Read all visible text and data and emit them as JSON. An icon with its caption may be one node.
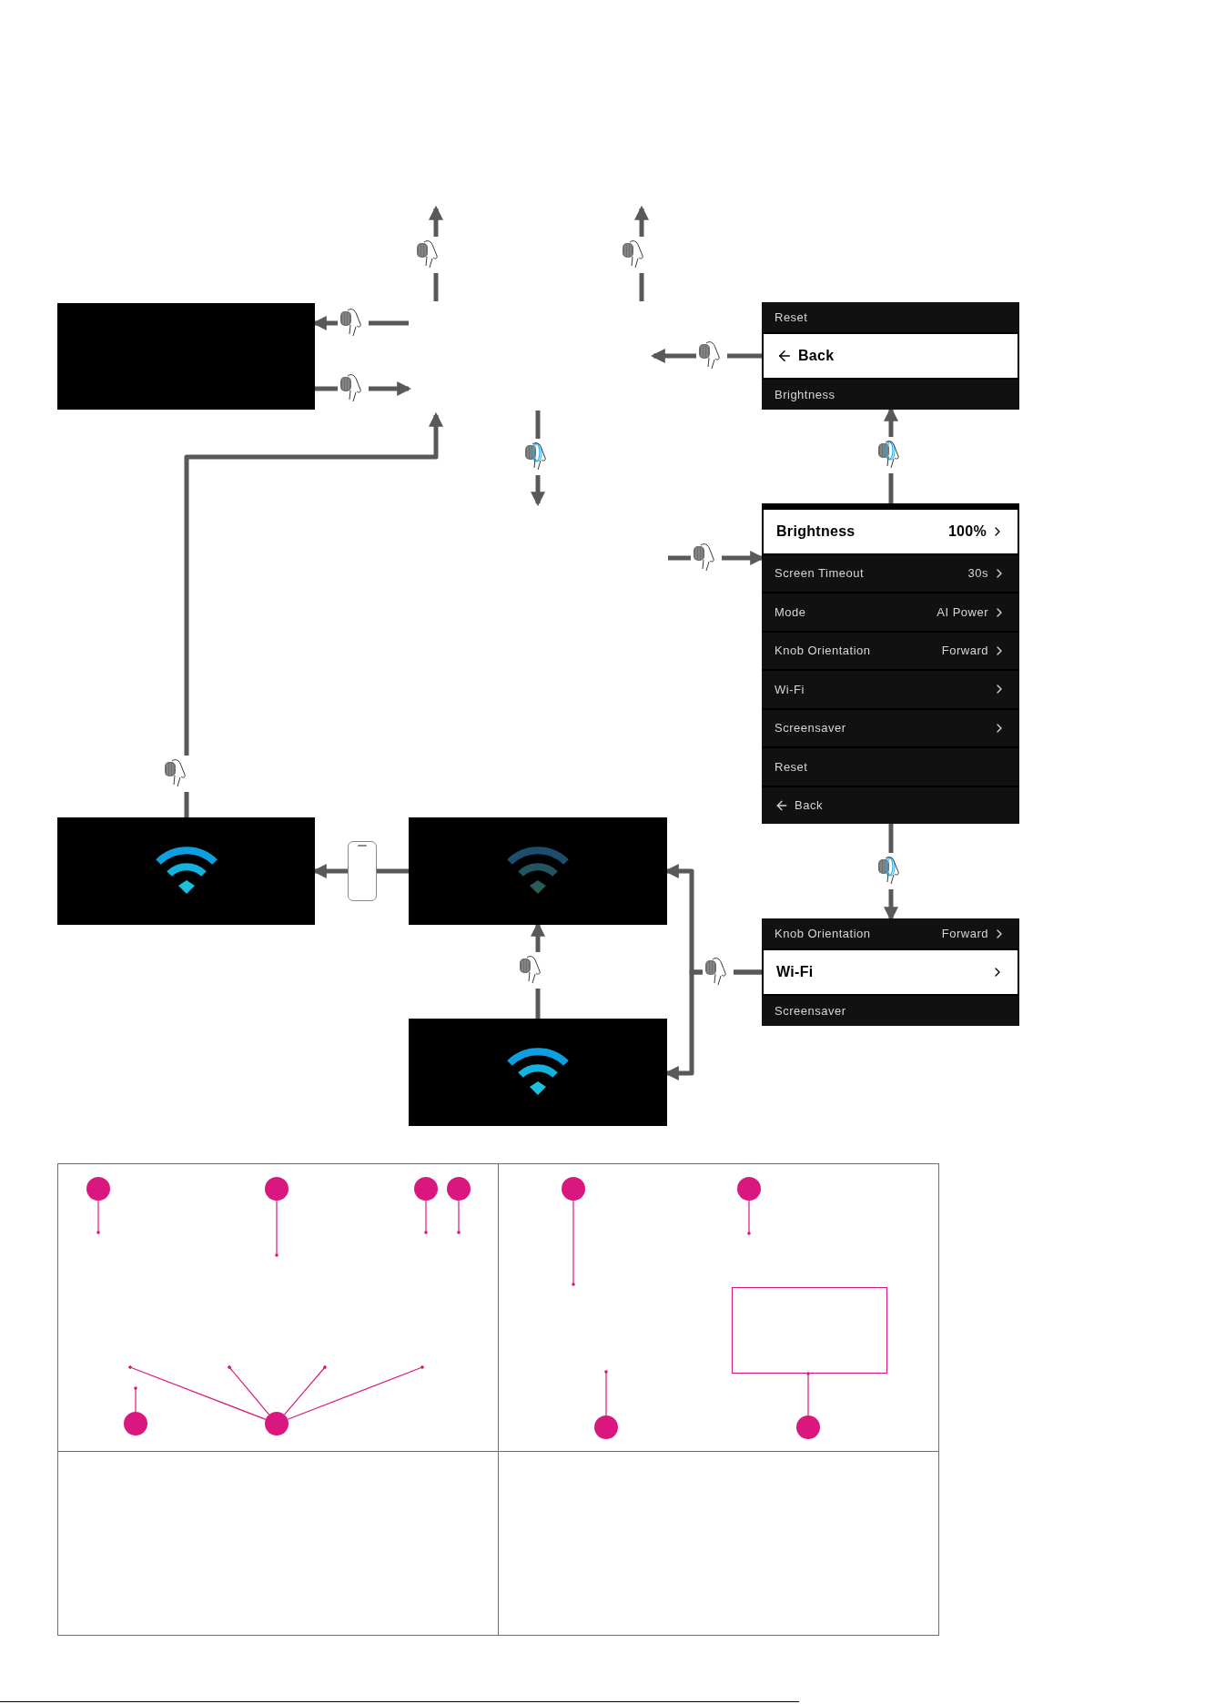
{
  "diagram": {
    "nodes": [
      {
        "text": [],
        "shape": "box"
      },
      {
        "text": [
          "Reset",
          "Back",
          "Brightness"
        ]
      },
      {
        "text": [
          "Brightness",
          "100%",
          "Screen Timeout",
          "30s",
          "Mode",
          "AI Power",
          "Knob Orientation",
          "Forward",
          "Wi-Fi",
          "Screensaver",
          "Reset",
          "Back"
        ]
      },
      {
        "text": [],
        "shape": "box"
      },
      {
        "text": [],
        "shape": "phone"
      },
      {
        "text": [],
        "shape": "box"
      },
      {
        "text": [],
        "shape": "box"
      },
      {
        "text": [
          "Knob Orientation",
          "Forward",
          "Wi-Fi",
          "Screensaver"
        ]
      },
      {
        "text": [],
        "shape": "circle"
      },
      {
        "text": [],
        "shape": "circle"
      },
      {
        "text": [],
        "shape": "circle"
      },
      {
        "text": [],
        "shape": "circle"
      },
      {
        "text": [],
        "shape": "circle"
      },
      {
        "text": [],
        "shape": "circle"
      },
      {
        "text": [],
        "shape": "box"
      },
      {
        "text": [],
        "shape": "circle"
      },
      {
        "text": [],
        "shape": "circle"
      },
      {
        "text": [],
        "shape": "circle"
      },
      {
        "text": [],
        "shape": "circle"
      }
    ],
    "edges": [
      {
        "from": null,
        "to": 0,
        "arrow": "to",
        "style": "thick",
        "color": "#58595b"
      },
      {
        "from": 0,
        "to": null,
        "arrow": "to",
        "style": "thick",
        "color": "#58595b"
      },
      {
        "from": 3,
        "to": null,
        "arrow": "to",
        "style": "thick",
        "color": "#58595b"
      },
      {
        "from": 1,
        "to": null,
        "arrow": "to",
        "style": "thick",
        "color": "#58595b"
      },
      {
        "from": null,
        "to": 2,
        "arrow": "to",
        "style": "thick",
        "color": "#58595b"
      },
      {
        "from": 2,
        "to": 1,
        "arrow": "to",
        "style": "thick",
        "color": "#58595b"
      },
      {
        "from": 2,
        "to": 7,
        "arrow": "to",
        "style": "thick",
        "color": "#58595b"
      },
      {
        "from": 5,
        "to": 4,
        "arrow": "none",
        "style": "thick",
        "color": "#58595b"
      },
      {
        "from": 4,
        "to": 3,
        "arrow": "to",
        "style": "thick",
        "color": "#58595b"
      },
      {
        "from": 6,
        "to": 5,
        "arrow": "to",
        "style": "thick",
        "color": "#58595b"
      },
      {
        "from": 7,
        "to": 5,
        "arrow": "to",
        "style": "thick",
        "color": "#58595b"
      },
      {
        "from": 7,
        "to": 6,
        "arrow": "to",
        "style": "thick",
        "color": "#58595b"
      },
      {
        "from": 8,
        "to": null,
        "arrow": "other"
      },
      {
        "from": 9,
        "to": null,
        "arrow": "other"
      },
      {
        "from": 10,
        "to": null,
        "arrow": "other"
      },
      {
        "from": 11,
        "to": null,
        "arrow": "other"
      },
      {
        "from": 12,
        "to": null,
        "arrow": "other"
      },
      {
        "from": 13,
        "to": null,
        "arrow": "other"
      },
      {
        "from": 15,
        "to": null,
        "arrow": "other"
      },
      {
        "from": 16,
        "to": null,
        "arrow": "other"
      },
      {
        "from": 16,
        "to": null,
        "arrow": "other"
      },
      {
        "from": 16,
        "to": null,
        "arrow": "other"
      },
      {
        "from": 16,
        "to": null,
        "arrow": "other"
      },
      {
        "from": 17,
        "to": null,
        "arrow": "other"
      },
      {
        "from": 18,
        "to": 14,
        "arrow": "other"
      }
    ]
  }
}
